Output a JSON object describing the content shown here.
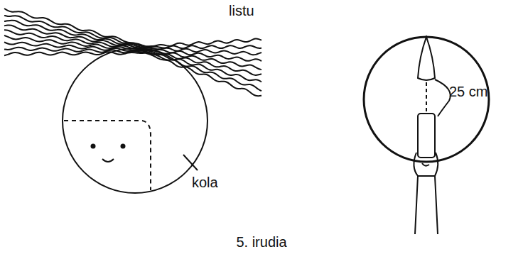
{
  "diagram": {
    "caption": "5. irudia",
    "labels": [
      "listu",
      "kola",
      "25 cm"
    ]
  }
}
